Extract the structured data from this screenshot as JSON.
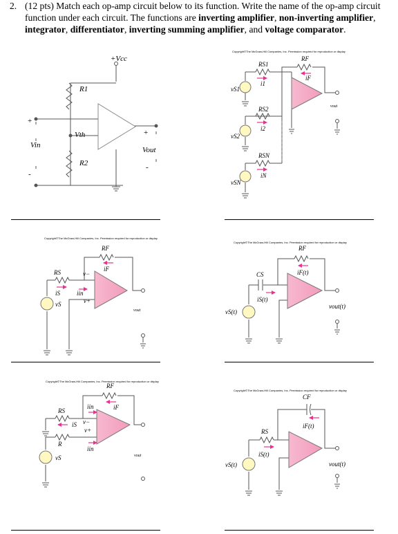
{
  "question": {
    "number": "2.",
    "lead": "(12 pts) Match each op-amp circuit below to its function. Write the name of the op-amp circuit function under each circuit. The functions are ",
    "f1": "inverting amplifier",
    "f2": "non-inverting amplifier",
    "f3": "integrator",
    "f4": "differentiator",
    "f5": "inverting summing amplifier",
    "and": "and",
    "f6": "voltage comparator",
    "end": "."
  },
  "copyright": "Copyright©The McGraw-Hill Companies, Inc. Permission required for reproduction or display",
  "circuits": {
    "comparator": {
      "vcc": "+Vcc",
      "r1": "R1",
      "r2": "R2",
      "vth": "Vth",
      "vin": "Vin",
      "vout": "Vout",
      "plus": "+",
      "minus": "-"
    },
    "summing": {
      "rf": "RF",
      "if": "iF",
      "rs1": "RS1",
      "i1": "i1",
      "vs1": "vS1",
      "rs2": "RS2",
      "i2": "i2",
      "vs2": "vS2",
      "rsn": "RSN",
      "in": "iN",
      "vsn": "vSN",
      "vout": "vout"
    },
    "inverting": {
      "rf": "RF",
      "if": "iF",
      "rs": "RS",
      "is": "iS",
      "vs": "vS",
      "iin": "iin",
      "vminus": "v−",
      "vplus": "v+",
      "vout": "vout"
    },
    "differentiator": {
      "rf": "RF",
      "if": "iF(t)",
      "cs": "CS",
      "is": "iS(t)",
      "vs": "vS(t)",
      "vout": "vout(t)"
    },
    "noninverting": {
      "rf": "RF",
      "if": "iF",
      "rs": "RS",
      "is": "iS",
      "iin1": "iin",
      "iin2": "iin",
      "r": "R",
      "vs": "vS",
      "vminus": "v−",
      "vplus": "v+",
      "vout": "vout"
    },
    "integrator": {
      "cf": "CF",
      "if": "iF(t)",
      "rs": "RS",
      "is": "iS(t)",
      "vs": "vS(t)",
      "vout": "vout(t)"
    }
  },
  "answers": [
    "",
    "",
    "",
    "",
    "",
    ""
  ]
}
